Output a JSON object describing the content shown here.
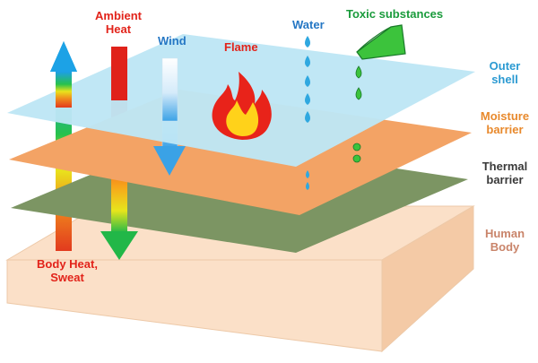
{
  "labels": {
    "ambient_heat": "Ambient\nHeat",
    "wind": "Wind",
    "flame": "Flame",
    "water": "Water",
    "toxic": "Toxic substances",
    "body_heat": "Body Heat,\nSweat",
    "outer_shell": "Outer\nshell",
    "moisture_barrier": "Moisture\nbarrier",
    "thermal_barrier": "Thermal\nbarrier",
    "human_body": "Human\nBody"
  },
  "colors": {
    "outer_shell": "#bde6f5",
    "moisture_barrier": "#f3a365",
    "thermal_barrier": "#7c9563",
    "human_body_top": "#fbe0c8",
    "human_body_side": "#f4caa6",
    "ambient_label": "#e2231a",
    "flame_label": "#e2231a",
    "wind_label": "#2577c4",
    "water_label": "#2577c4",
    "toxic_label": "#1a9b3c",
    "outer_label": "#2b9ad2",
    "moisture_label": "#e8892c",
    "thermal_label": "#3a3a3a",
    "human_label": "#c9846a",
    "water_drop": "#2fa8e0",
    "toxic_drop": "#3cc33c"
  },
  "icons": [
    "ambient-heat-arrow",
    "wind-arrow",
    "flame-icon",
    "water-drop-icon",
    "toxic-flask-icon",
    "toxic-drop-icon",
    "body-heat-arrow"
  ]
}
